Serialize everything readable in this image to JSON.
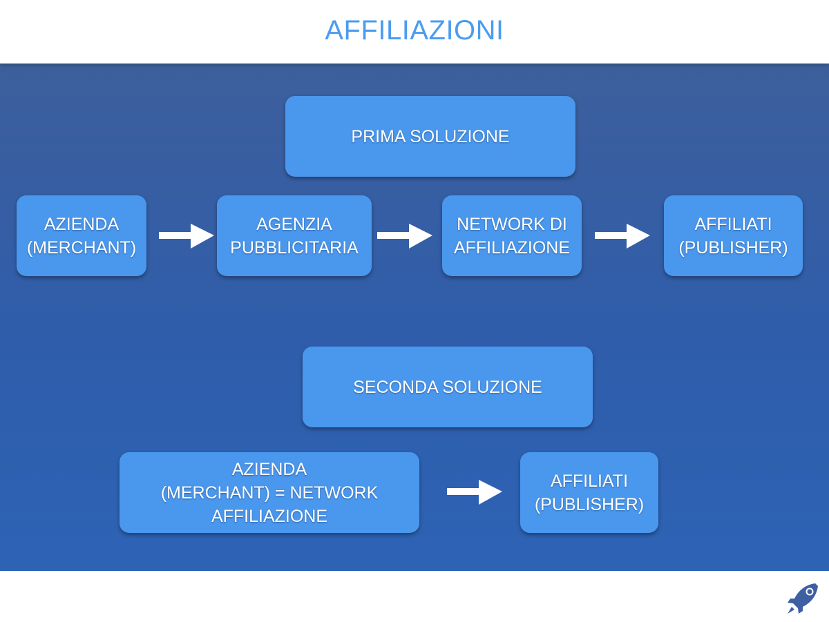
{
  "header": {
    "title": "AFFILIAZIONI"
  },
  "solution1": {
    "label": "PRIMA SOLUZIONE",
    "nodes": [
      "AZIENDA\n(MERCHANT)",
      "AGENZIA\nPUBBLICITARIA",
      "NETWORK DI\nAFFILIAZIONE",
      "AFFILIATI\n(PUBLISHER)"
    ]
  },
  "solution2": {
    "label": "SECONDA SOLUZIONE",
    "nodes": [
      "AZIENDA\n(MERCHANT) = NETWORK\nAFFILIAZIONE",
      "AFFILIATI\n(PUBLISHER)"
    ]
  },
  "colors": {
    "box": "#4a97ee",
    "title": "#4a9cf0",
    "arrow": "#ffffff"
  },
  "icons": {
    "logo": "rocket-icon"
  }
}
